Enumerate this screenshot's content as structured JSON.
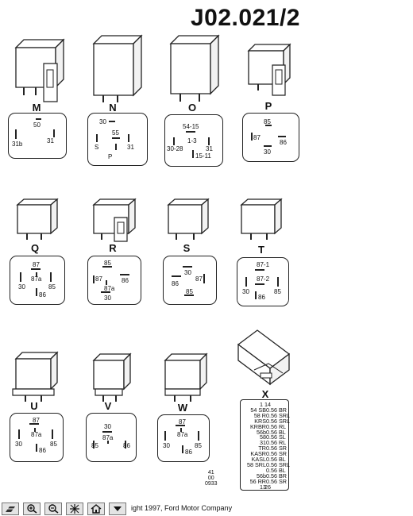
{
  "sheet_title": "J02.021/2",
  "relays": [
    {
      "letter": "M",
      "pins": [
        "50",
        "31b",
        "31"
      ]
    },
    {
      "letter": "N",
      "pins": [
        "30",
        "55",
        "S",
        "31",
        "P"
      ]
    },
    {
      "letter": "O",
      "pins": [
        "54-15",
        "1-3",
        "30-28",
        "31",
        "15-11"
      ]
    },
    {
      "letter": "P",
      "pins": [
        "85",
        "87",
        "86",
        "30"
      ]
    },
    {
      "letter": "Q",
      "pins": [
        "87",
        "87a",
        "30",
        "85",
        "86"
      ]
    },
    {
      "letter": "R",
      "pins": [
        "85",
        "87",
        "86",
        "87a",
        "30"
      ]
    },
    {
      "letter": "S",
      "pins": [
        "30",
        "87",
        "86",
        "85"
      ]
    },
    {
      "letter": "T",
      "pins": [
        "87-1",
        "87-2",
        "30",
        "85",
        "86"
      ]
    },
    {
      "letter": "U",
      "pins": [
        "87",
        "87a",
        "30",
        "85",
        "86"
      ]
    },
    {
      "letter": "V",
      "pins": [
        "30",
        "87a",
        "85",
        "86"
      ]
    },
    {
      "letter": "W",
      "pins": [
        "87",
        "87a",
        "30",
        "85",
        "86"
      ]
    }
  ],
  "module_x": {
    "letter": "X",
    "rows": [
      {
        "num": "1",
        "code": "14",
        "name": ""
      },
      {
        "num": "",
        "code": "0.56 BR",
        "name": "54 SB"
      },
      {
        "num": "",
        "code": "0.56 SRL",
        "name": "58 R"
      },
      {
        "num": "",
        "code": "0.56 SRL",
        "name": "KRS"
      },
      {
        "num": "",
        "code": "0.56 RL",
        "name": "KRBR"
      },
      {
        "num": "",
        "code": "0.56 BL",
        "name": "56b"
      },
      {
        "num": "",
        "code": "0.56 SL",
        "name": "58"
      },
      {
        "num": "",
        "code": "0.56 RL",
        "name": "31"
      },
      {
        "num": "",
        "code": "0.56 SR",
        "name": "TR"
      },
      {
        "num": "",
        "code": "0.56 SR",
        "name": "KASR"
      },
      {
        "num": "",
        "code": "0.56 BL",
        "name": "KASL"
      },
      {
        "num": "",
        "code": "0.56 SRL",
        "name": "58 SRL"
      },
      {
        "num": "",
        "code": "0.56 BL",
        "name": ""
      },
      {
        "num": "",
        "code": "0.56 BR",
        "name": "56b"
      },
      {
        "num": "",
        "code": "0.56 SR",
        "name": "56 RR"
      },
      {
        "num": "13",
        "code": "26",
        "name": ""
      }
    ]
  },
  "ref_code": [
    "41",
    "00",
    "0933"
  ],
  "copyright": "ight 1997, Ford Motor Company",
  "toolbar_icons": [
    "print-icon",
    "zoom-in-icon",
    "zoom-out-icon",
    "pan-icon",
    "home-icon",
    "dropdown-arrow-icon"
  ]
}
